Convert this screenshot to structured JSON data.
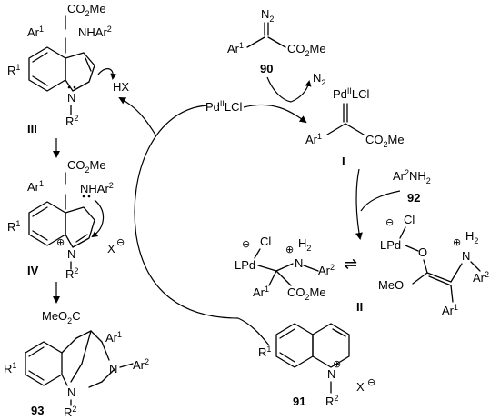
{
  "cmpd": {
    "diazo": "90",
    "quin": "91",
    "amine": "92",
    "product": "93",
    "I": "I",
    "II": "II",
    "III": "III",
    "IV": "IV"
  },
  "frag": {
    "N2top": "N",
    "N2sub": "2",
    "Ar": "Ar",
    "one": "1",
    "two": "2",
    "CO2Me": "CO",
    "CO2Me_2": "2",
    "CO2Me_Me": "Me",
    "N2gas": "N",
    "N2gas_sub": "2",
    "Pd": "Pd",
    "PdII": "II",
    "LCl": "LCl",
    "NH": "NH",
    "HX": "HX",
    "R": "R",
    "N": "N",
    "X": "X",
    "minus": "⊖",
    "plus": "⊕",
    "Cl": "Cl",
    "LPd": "LPd",
    "O": "O",
    "MeO": "MeO",
    "H": "H",
    "MeO2C": "MeO",
    "MeO2C_2": "2",
    "MeO2C_C": "C",
    "equil": "⇌"
  }
}
